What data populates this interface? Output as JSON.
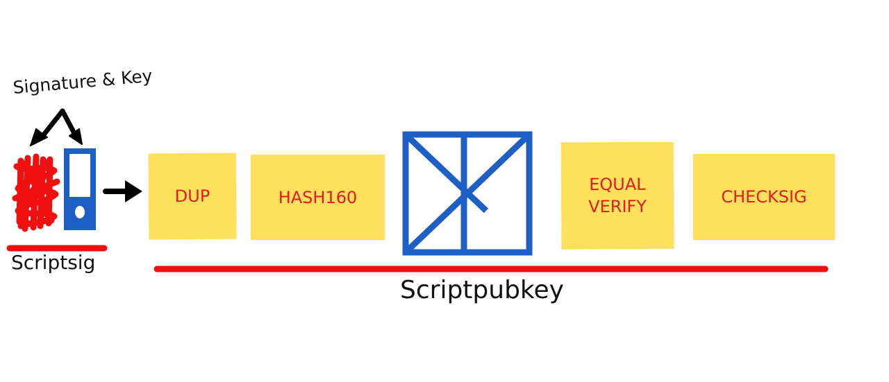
{
  "labels": {
    "signature_key": "Signature & Key",
    "scriptsig": "Scriptsig",
    "scriptpubkey": "Scriptpubkey"
  },
  "notes": [
    {
      "id": "dup",
      "lines": [
        "DUP"
      ]
    },
    {
      "id": "hash160",
      "lines": [
        "HASH160"
      ]
    },
    {
      "id": "equalverify",
      "lines": [
        "EQUAL",
        "VERIFY"
      ]
    },
    {
      "id": "checksig",
      "lines": [
        "CHECKSIG"
      ]
    }
  ],
  "colors": {
    "note_fill": "#fde05c",
    "note_text": "#e11d1d",
    "underline": "#ee1111",
    "blue": "#1d5fc4",
    "scribble": "#f01010",
    "arrow": "#000000"
  },
  "icons": {
    "scribble": "signature-scribble-icon",
    "key": "key-block-icon",
    "hash_box": "hash-box-icon",
    "arrow": "right-arrow-icon",
    "fork_arrow": "fork-arrow-icon"
  }
}
